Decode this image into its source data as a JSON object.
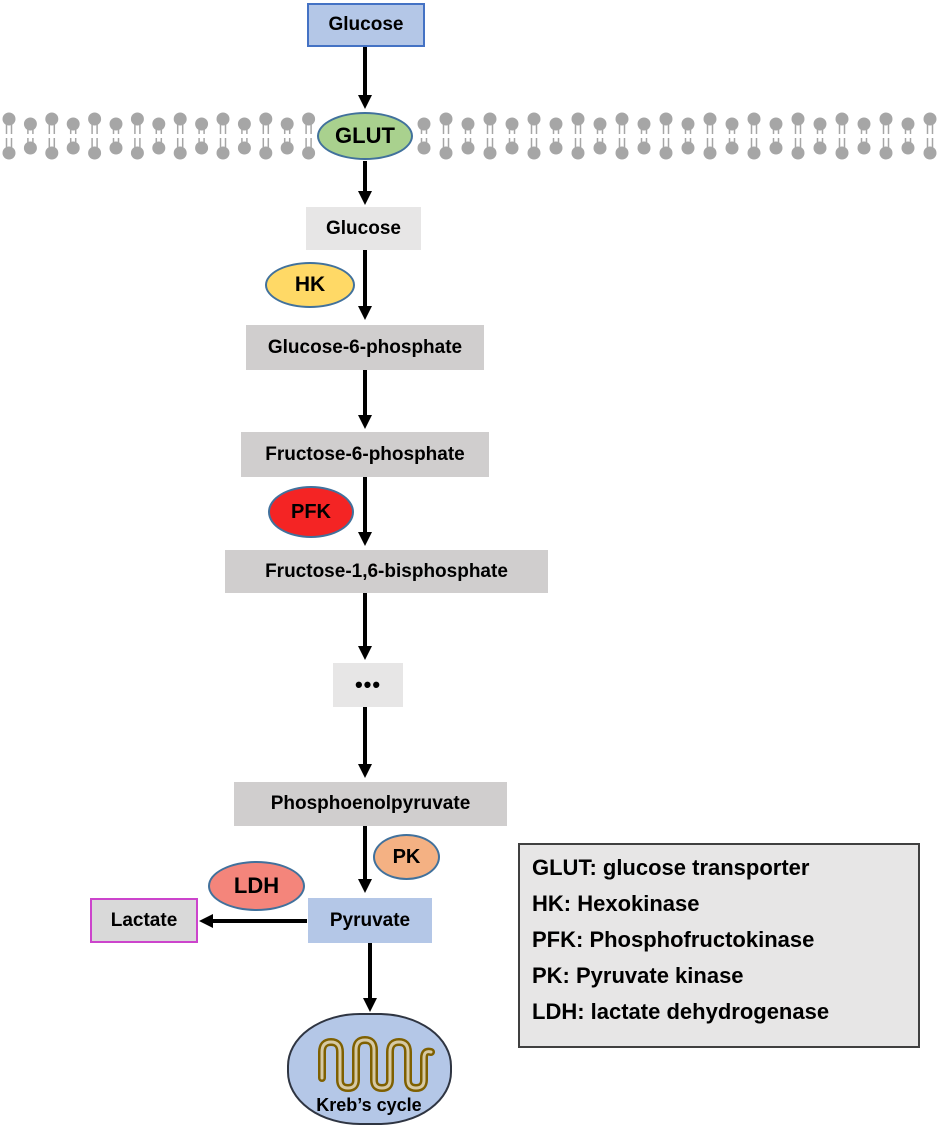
{
  "diagram": {
    "extracellular_glucose": "Glucose",
    "transporter": "GLUT",
    "intracellular_glucose": "Glucose",
    "hexokinase": "HK",
    "glucose_6_phosphate": "Glucose-6-phosphate",
    "fructose_6_phosphate": "Fructose-6-phosphate",
    "phosphofructokinase": "PFK",
    "fructose_1_6_bisphosphate": "Fructose-1,6-bisphosphate",
    "intermediate_steps": "•••",
    "phosphoenolpyruvate": "Phosphoenolpyruvate",
    "pyruvate_kinase": "PK",
    "pyruvate": "Pyruvate",
    "lactate_dehydrogenase": "LDH",
    "lactate": "Lactate",
    "mitochondrion": "Kreb’s cycle"
  },
  "legend": {
    "items": [
      "GLUT: glucose transporter",
      "HK: Hexokinase",
      "PFK: Phosphofructokinase",
      "PK: Pyruvate kinase",
      "LDH: lactate dehydrogenase"
    ]
  },
  "colors": {
    "blue_box": "#b4c7e7",
    "glut": "#a9d18e",
    "hk": "#ffd966",
    "pfk": "#f42424",
    "pk": "#f4b183",
    "ldh": "#f4857b",
    "light_gray_box": "#e7e6e6",
    "gray_box": "#d0cece",
    "lactate_box": "#d9d9d9",
    "mitochondrion": "#b4c7e7",
    "membrane": "#a6a6a6"
  }
}
